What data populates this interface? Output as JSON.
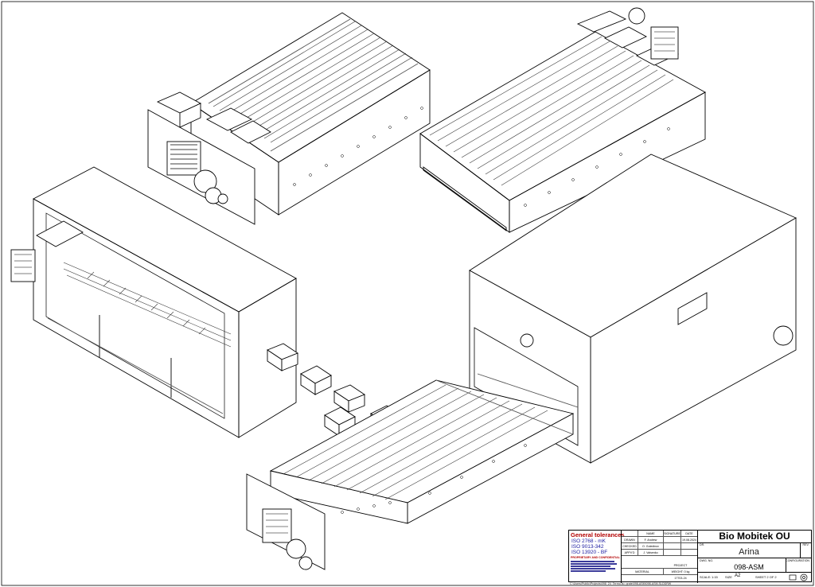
{
  "title_block": {
    "tolerances_heading": "General tolerances",
    "tolerances": [
      "ISO 2768 - mK",
      "ISO 9013-342",
      "ISO 13920 - BF"
    ],
    "proprietary": "PROPRIETARY AND CONFIDENTIAL",
    "headers": {
      "name": "NAME",
      "signature": "SIGNATURE",
      "date": "DATE"
    },
    "rows": [
      {
        "role": "DRAWN",
        "name": "F. Andrew",
        "date": "19.08.2024"
      },
      {
        "role": "CHECKED",
        "name": "O. Goledinov",
        "date": ""
      },
      {
        "role": "APPV'D",
        "name": "J. Valsenko",
        "date": ""
      }
    ],
    "project_label": "PROJECT",
    "material_label": "MATERIAL",
    "weight_label": "WEIGHT: 0 kg",
    "material_code": "17703-24",
    "company": "Bio Mobitek OU",
    "drawing_title_label": "DR.",
    "rev_label": "REV.",
    "drawing_title": "Arina",
    "dwg_no_label": "DWG. NO.",
    "configuration_label": "CONFIGURATION",
    "drawing_number": "098-ASM",
    "scale_label": "SCALE:",
    "scale": "1:15",
    "size_label": "SIZE",
    "size": "A2",
    "sheet": "SHEET 2 OF 2"
  },
  "file_path": "C:\\Users\\Public\\Projects\\098_24_Termo-ilu_grate\\098-ASM\\098-ASM.SLDDRW"
}
